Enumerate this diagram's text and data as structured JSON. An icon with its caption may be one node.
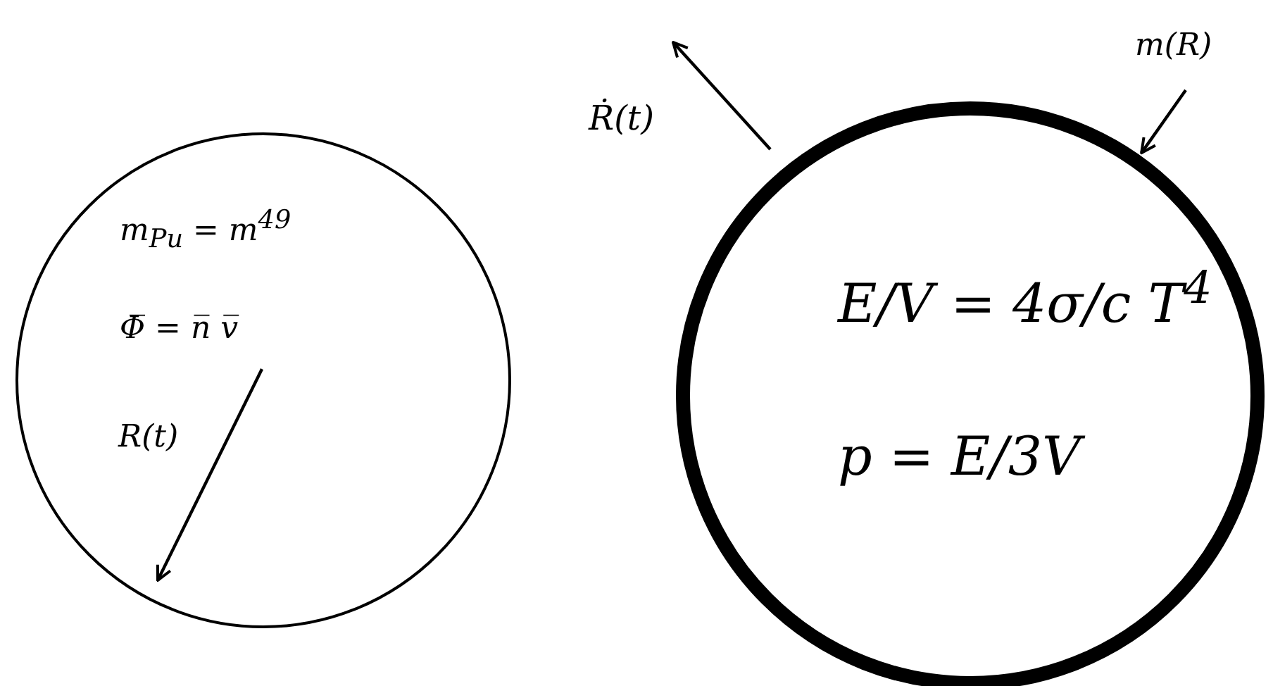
{
  "diagram": {
    "nodes": [
      {
        "text": [
          "m$_{Pu}$ = m$^{49}$",
          "Φ̅ = n̅ v̅"
        ]
      },
      {
        "text": [
          "E/V = 4σ/c T$^{4}$",
          "p = E/3V"
        ]
      },
      {
        "text": [
          "m(R)"
        ]
      }
    ],
    "edges": [
      {
        "from": 2,
        "to": 1,
        "arrow": "to"
      }
    ],
    "labels": [
      "Ṙ(t)",
      "R(t)"
    ]
  }
}
